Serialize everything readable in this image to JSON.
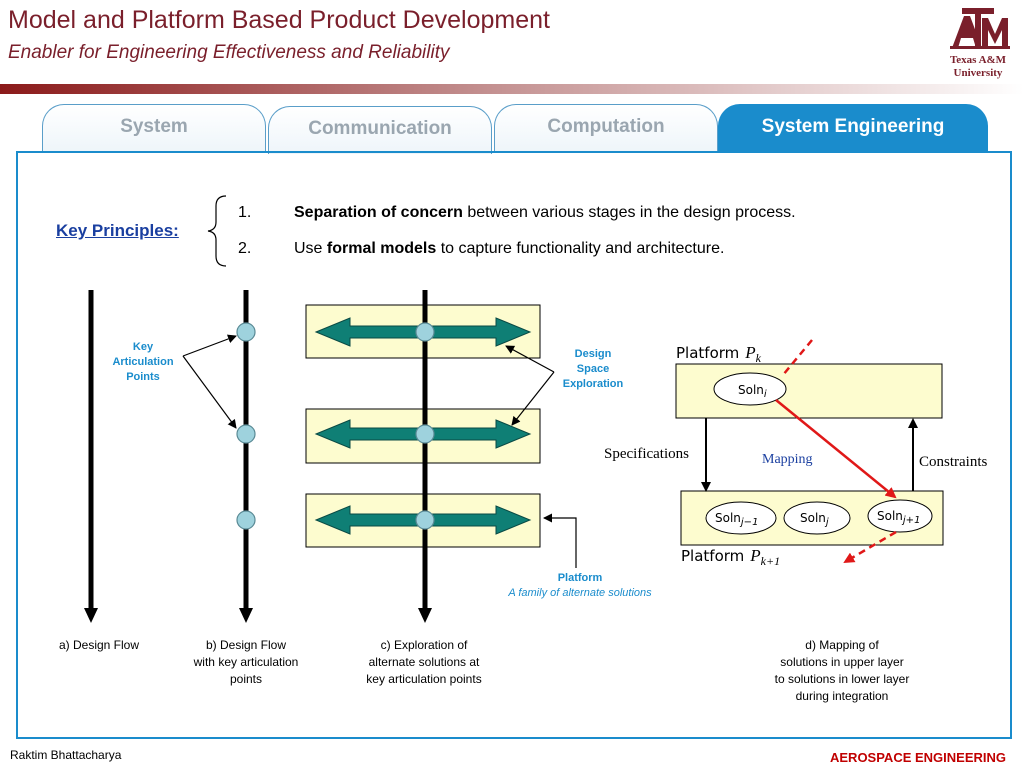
{
  "slide": {
    "title": "Model and Platform Based Product Development",
    "subtitle": "Enabler for Engineering Effectiveness and Reliability",
    "logo": {
      "text_line1": "Texas A&M",
      "text_line2": "University"
    }
  },
  "tabs": [
    {
      "label": "System"
    },
    {
      "label": "Communication"
    },
    {
      "label": "Computation"
    },
    {
      "label": "System Engineering",
      "active": true
    }
  ],
  "principles": {
    "heading": "Key Principles:",
    "items": [
      {
        "num": "1.",
        "bold": "Separation of concern",
        "rest": " between various stages in the design process."
      },
      {
        "num": "2.",
        "pre": "Use ",
        "bold": "formal models",
        "rest": " to capture functionality and architecture."
      }
    ]
  },
  "diagram": {
    "key_articulation": [
      "Key",
      "Articulation",
      "Points"
    ],
    "design_space": [
      "Design",
      "Space",
      "Exploration"
    ],
    "platform_label": "Platform",
    "platform_sub": "A family of alternate solutions",
    "platform_upper": "Platform",
    "platform_upper_sym": "P",
    "platform_upper_sub": "k",
    "platform_lower": "Platform",
    "platform_lower_sym": "P",
    "platform_lower_sub": "k+1",
    "soln_i": "Soln",
    "soln_i_sub": "i",
    "soln_j_minus": "Soln",
    "soln_j_minus_sub": "j−1",
    "soln_j": "Soln",
    "soln_j_sub": "j",
    "soln_j_plus": "Soln",
    "soln_j_plus_sub": "j+1",
    "specifications": "Specifications",
    "mapping": "Mapping",
    "constraints": "Constraints"
  },
  "captions": {
    "a": [
      "a) Design Flow"
    ],
    "b": [
      "b) Design Flow",
      "with key articulation",
      "points"
    ],
    "c": [
      "c) Exploration of",
      "alternate solutions at",
      "key articulation points"
    ],
    "d": [
      "d) Mapping of",
      "solutions in upper layer",
      "to solutions in lower layer",
      "during integration"
    ]
  },
  "footer": {
    "author": "Raktim Bhattacharya",
    "department": "AEROSPACE ENGINEERING"
  },
  "colors": {
    "maroon": "#7a1f2b",
    "tab_blue": "#1a8ccc",
    "teal_arrow": "#0f7f75",
    "platform_fill": "#fdfccf",
    "link_blue": "#1a3fa0",
    "mapping_red": "#e01818"
  }
}
